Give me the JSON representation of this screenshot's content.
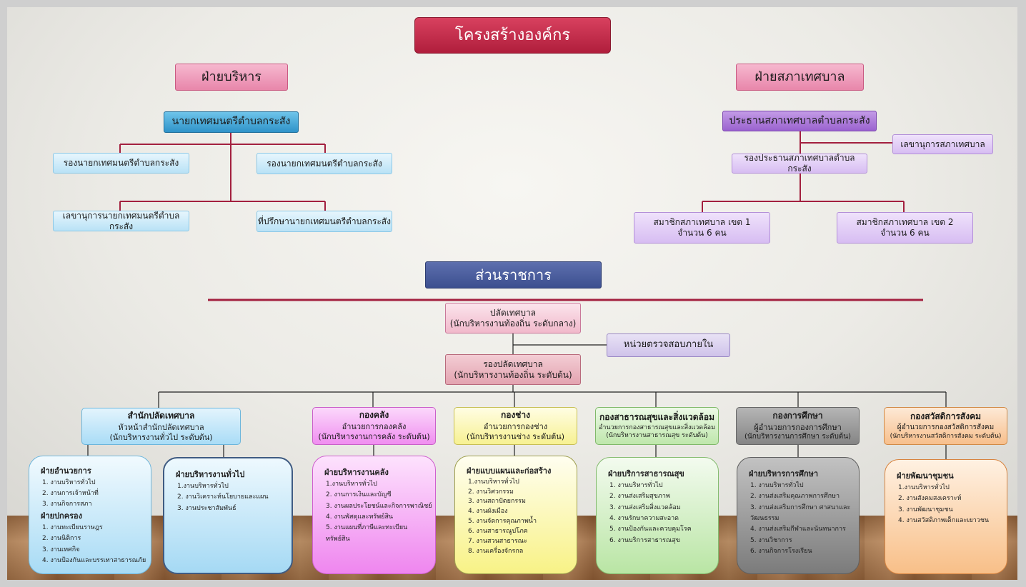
{
  "title": "โครงสร้างองค์กร",
  "executive": {
    "heading": "ฝ่ายบริหาร",
    "mayor": "นายกเทศมนตรีตำบลกระสัง",
    "deputy_left": "รองนายกเทศมนตรีตำบลกระสัง",
    "deputy_right": "รองนายกเทศมนตรีตำบลกระสัง",
    "secretary": "เลขานุการนายกเทศมนตรีตำบลกระสัง",
    "advisor": "ที่ปรึกษานายกเทศมนตรีตำบลกระสัง"
  },
  "council": {
    "heading": "ฝ่ายสภาเทศบาล",
    "president": "ประธานสภาเทศบาลตำบลกระสัง",
    "secretary": "เลขานุการสภาเทศบาล",
    "vice_president": "รองประธานสภาเทศบาลตำบลกระสัง",
    "zone1_title": "สมาชิกสภาเทศบาล เขต 1",
    "zone1_count": "จำนวน  6  คน",
    "zone2_title": "สมาชิกสภาเทศบาล เขต 2",
    "zone2_count": "จำนวน  6  คน"
  },
  "agency": {
    "heading": "ส่วนราชการ",
    "clerk_title": "ปลัดเทศบาล",
    "clerk_sub": "(นักบริหารงานท้องถิ่น ระดับกลาง)",
    "audit": "หน่วยตรวจสอบภายใน",
    "deputy_title": "รองปลัดเทศบาล",
    "deputy_sub": "(นักบริหารงานท้องถิ่น ระดับต้น)"
  },
  "departments": [
    {
      "name": "สำนักปลัดเทศบาล",
      "head": "หัวหน้าสำนักปลัดเทศบาล",
      "rank": "(นักบริหารงานทั่วไป ระดับต้น)"
    },
    {
      "name": "กองคลัง",
      "head": "อำนวยการกองคลัง",
      "rank": "(นักบริหารงานการคลัง ระดับต้น)"
    },
    {
      "name": "กองช่าง",
      "head": "อำนวยการกองช่าง",
      "rank": "(นักบริหารงานช่าง ระดับต้น)"
    },
    {
      "name": "กองสาธารณสุขและสิ่งแวดล้อม",
      "head": "อำนวยการกองสาธารณสุขและสิ่งแวดล้อม",
      "rank": "(นักบริหารงานสาธารณสุข ระดับต้น)"
    },
    {
      "name": "กองการศึกษา",
      "head": "ผู้อำนวยการกองการศึกษา",
      "rank": "(นักบริหารงานการศึกษา ระดับต้น)"
    },
    {
      "name": "กองสวัสดิการสังคม",
      "head": "ผู้อำนวยการกองสวัสดิการสังคม",
      "rank": "(นักบริหารงานสวัสดิการสังคม ระดับต้น)"
    }
  ],
  "units": {
    "u1": {
      "h1": "ฝ่ายอำนวยการ",
      "i1": [
        "1. งานบริหารทั่วไป",
        "2. งานการเจ้าหน้าที่",
        "3. งานกิจการสภา"
      ],
      "h2": "ฝ่ายปกครอง",
      "i2": [
        "1. งานทะเบียนราษฎร",
        "2. งานนิติการ",
        "3. งานเทศกิจ",
        "4. งานป้องกันและบรรเทาสาธารณภัย"
      ]
    },
    "u1b": {
      "h": "ฝ่ายบริหารงานทั่วไป",
      "i": [
        "1.งานบริหารทั่วไป",
        "2. งานวิเคราะห์นโยบายและแผน",
        "3. งานประชาสัมพันธ์"
      ]
    },
    "u2": {
      "h": "ฝ่ายบริหารงานคลัง",
      "i": [
        "1.งานบริหารทั่วไป",
        "2. งานการเงินและบัญชี",
        "3. งานผลประโยชน์และกิจการพาณิชย์",
        "4. งานพัสดุและทรัพย์สิน",
        "5. งานแผนที่ภาษีและทะเบียนทรัพย์สิน"
      ]
    },
    "u3": {
      "h": "ฝ่ายแบบแผนและก่อสร้าง",
      "i": [
        "1.งานบริหารทั่วไป",
        "2. งานวิศวกรรม",
        "3. งานสถาปัตยกรรม",
        "4. งานผังเมือง",
        "5. งานจัดการคุณภาพน้ำ",
        "6. งานสาธารณูปโภค",
        "7. งานสวนสาธารณะ",
        "8. งานเครื่องจักรกล"
      ]
    },
    "u4": {
      "h": "ฝ่ายบริการสาธารณสุข",
      "i": [
        "1. งานบริหารทั่วไป",
        "2. งานส่งเสริมสุขภาพ",
        "3. งานส่งเสริมสิ่งแวดล้อม",
        "4. งานรักษาความสะอาด",
        "5. งานป้องกันและควบคุมโรค",
        "6. งานบริการสาธารณสุข"
      ]
    },
    "u5": {
      "h": "ฝ่ายบริหารการศึกษา",
      "i": [
        "1. งานบริหารทั่วไป",
        "2. งานส่งเสริมคุณภาพการศึกษา",
        "3. งานส่งเสริมการศึกษา ศาสนาและวัฒนธรรม",
        "4. งานส่งเสริมกีฬาและนันทนาการ",
        "5. งานวิชาการ",
        "6. งานกิจการโรงเรียน"
      ]
    },
    "u6": {
      "h": "ฝ่ายพัฒนาชุมชน",
      "i": [
        "1.งานบริหารทั่วไป",
        "2. งานสังคมสงเคราะห์",
        "3. งานพัฒนาชุมชน",
        "4. งานสวัสดิภาพเด็กและเยาวชน"
      ]
    }
  },
  "colors": {
    "accent": "#b01e3c",
    "line_red": "#a3203f",
    "line_black": "#222222"
  }
}
